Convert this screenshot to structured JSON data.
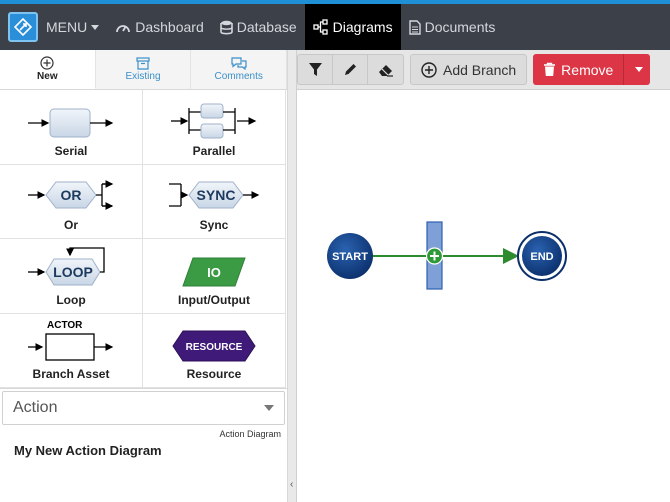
{
  "navbar": {
    "menu_label": "MENU",
    "items": [
      {
        "label": "Dashboard",
        "icon": "dashboard-icon"
      },
      {
        "label": "Database",
        "icon": "database-icon"
      },
      {
        "label": "Diagrams",
        "icon": "diagram-icon",
        "active": true
      },
      {
        "label": "Documents",
        "icon": "document-icon"
      }
    ]
  },
  "tabs": [
    {
      "label": "New",
      "icon": "plus-circle-icon",
      "active": true
    },
    {
      "label": "Existing",
      "icon": "archive-icon"
    },
    {
      "label": "Comments",
      "icon": "comments-icon"
    }
  ],
  "palette": [
    {
      "label": "Serial"
    },
    {
      "label": "Parallel"
    },
    {
      "label": "Or",
      "shape_text": "OR"
    },
    {
      "label": "Sync",
      "shape_text": "SYNC"
    },
    {
      "label": "Loop",
      "shape_text": "LOOP"
    },
    {
      "label": "Input/Output",
      "shape_text": "IO"
    },
    {
      "label": "Branch Asset",
      "shape_text": "ACTOR"
    },
    {
      "label": "Resource",
      "shape_text": "RESOURCE"
    }
  ],
  "diagram_info": {
    "type_select": "Action",
    "type_caption": "Action Diagram",
    "name": "My New Action Diagram"
  },
  "toolbar": {
    "add_branch_label": "Add Branch",
    "remove_label": "Remove"
  },
  "diagram": {
    "start_label": "START",
    "end_label": "END"
  },
  "colors": {
    "navbar_bg": "#3b4049",
    "accent_blue": "#1f8fd6",
    "danger": "#dc3545",
    "node_blue": "#0f3f86",
    "io_green": "#3a9b44",
    "resource_purple": "#3f1a78",
    "link_green": "#2e8a2e"
  }
}
